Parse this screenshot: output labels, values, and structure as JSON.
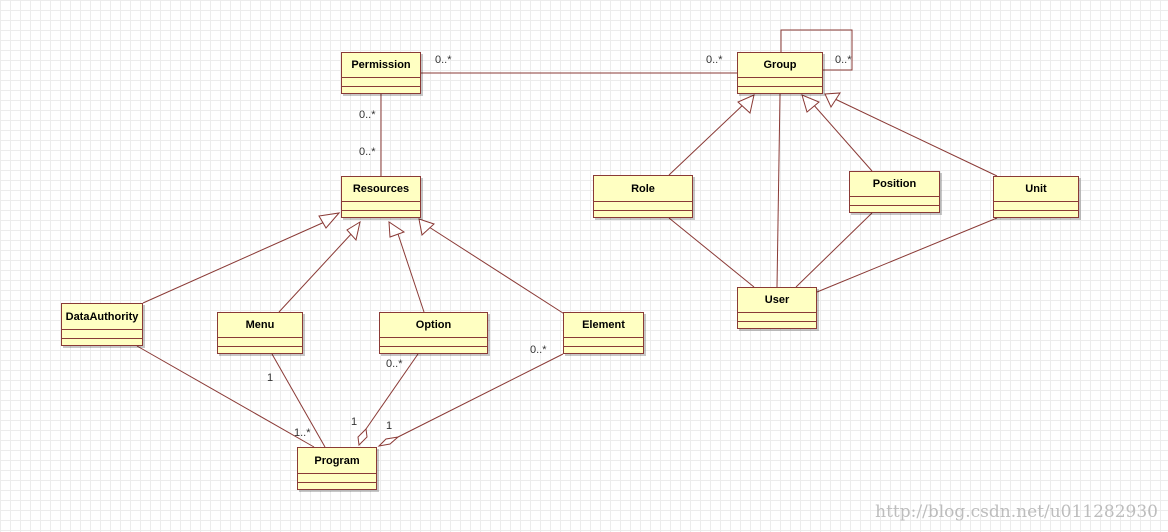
{
  "classes": {
    "permission": "Permission",
    "group": "Group",
    "resources": "Resources",
    "role": "Role",
    "position": "Position",
    "unit": "Unit",
    "user": "User",
    "data_authority": "DataAuthority",
    "menu": "Menu",
    "option": "Option",
    "element": "Element",
    "program": "Program"
  },
  "multiplicities": {
    "permission_group_near_permission": "0..*",
    "permission_group_near_group": "0..*",
    "group_self": "0..*",
    "permission_resources_top": "0..*",
    "permission_resources_bottom": "0..*",
    "menu_program_near_menu": "1",
    "option_program_near_option": "0..*",
    "element_program_near_element": "0..*",
    "dataauthority_program_near_program": "1..*",
    "option_program_near_program": "1",
    "element_program_near_program": "1"
  },
  "watermark": "http://blog.csdn.net/u011282930",
  "colors": {
    "line": "#8a3a36",
    "class_fill": "#ffffc2",
    "grid": "#ececec"
  }
}
